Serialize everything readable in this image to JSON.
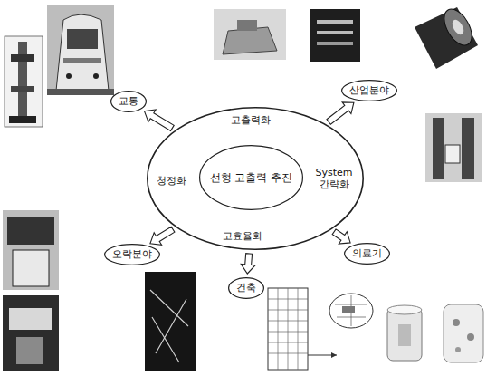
{
  "diagram": {
    "nodes": [
      {
        "text": [
          "고출력화",
          "System 간략화",
          "고효율화",
          "청정화"
        ]
      },
      {
        "text": [
          "선형 고출력 추진"
        ],
        "in": 0
      },
      {
        "text": [
          "교통"
        ]
      },
      {
        "text": [
          "산업분야"
        ]
      },
      {
        "text": [
          "오락분야"
        ]
      },
      {
        "text": [
          "의료기"
        ]
      },
      {
        "text": [
          "건축"
        ]
      }
    ],
    "edges": [
      {
        "from": 0,
        "to": 2,
        "arrow": "to"
      },
      {
        "from": 0,
        "to": 3,
        "arrow": "to"
      },
      {
        "from": 0,
        "to": 4,
        "arrow": "to"
      },
      {
        "from": 0,
        "to": 5,
        "arrow": "to"
      },
      {
        "from": 0,
        "to": 6,
        "arrow": "to"
      }
    ]
  }
}
